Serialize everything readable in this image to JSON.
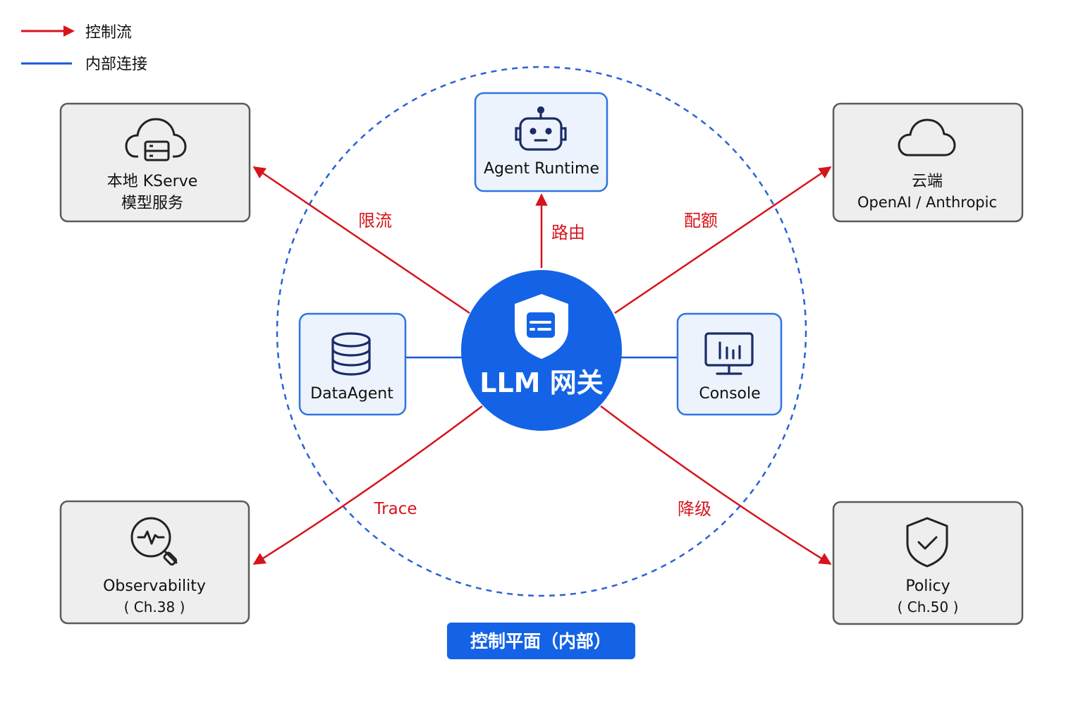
{
  "legend": {
    "control_flow": "控制流",
    "internal_link": "内部连接"
  },
  "colors": {
    "control_flow": "#d7141c",
    "internal_link": "#1458d6",
    "hub_fill": "#1463e6",
    "outer_box_fill": "#eeeeef",
    "outer_box_stroke": "#5b5b5b",
    "inner_box_fill": "#edf3fd",
    "inner_box_stroke": "#2f74e0",
    "badge_fill": "#1463e6"
  },
  "hub": {
    "label": "LLM 网关",
    "icon": "shield-icon"
  },
  "internal_nodes": {
    "agent_runtime": {
      "label": "Agent Runtime",
      "icon": "robot-icon"
    },
    "dataagent": {
      "label": "DataAgent",
      "icon": "database-icon"
    },
    "console": {
      "label": "Console",
      "icon": "monitor-icon"
    }
  },
  "external_nodes": {
    "kserve": {
      "line1": "本地 KServe",
      "line2": "模型服务",
      "icon": "cloud-server-icon"
    },
    "cloud": {
      "line1": "云端",
      "line2": "OpenAI / Anthropic",
      "icon": "cloud-icon"
    },
    "observability": {
      "line1": "Observability",
      "line2": "( Ch.38 )",
      "icon": "magnifier-pulse-icon"
    },
    "policy": {
      "line1": "Policy",
      "line2": "( Ch.50 )",
      "icon": "shield-check-icon"
    }
  },
  "edge_labels": {
    "rate_limit": "限流",
    "routing": "路由",
    "quota": "配额",
    "trace": "Trace",
    "degrade": "降级"
  },
  "zone_badge": "控制平面（内部）"
}
